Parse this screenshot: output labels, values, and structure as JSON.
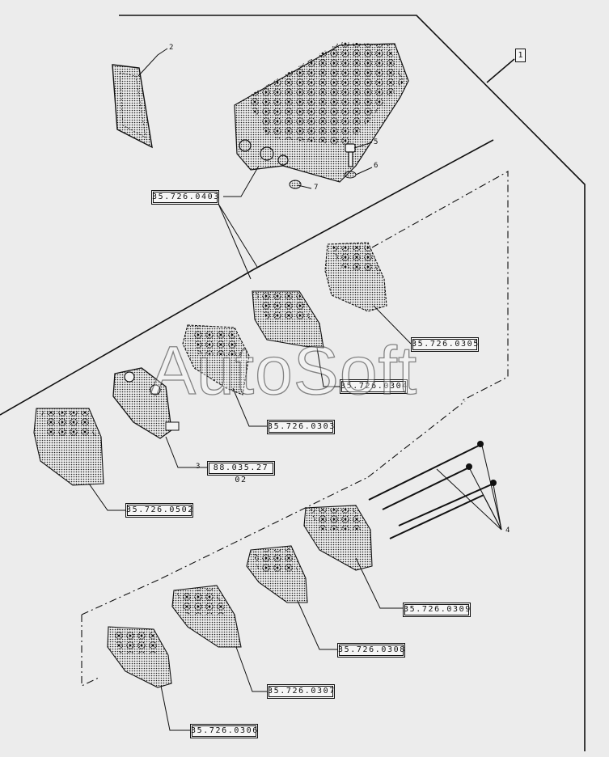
{
  "frame_label": "1",
  "item_labels": {
    "decal": "2",
    "section": "3",
    "tie_rods": "4",
    "bolt": "5",
    "washer": "6",
    "nut": "7"
  },
  "part_refs": {
    "valve_assembly": "35.726.0403",
    "section_0305": "35.726.0305",
    "section_0304": "35.726.0304",
    "section_0303": "35.726.0303",
    "section_88": "88.035.27 02",
    "section_0502": "35.726.0502",
    "section_0309": "35.726.0309",
    "section_0308": "35.726.0308",
    "section_0307": "35.726.0307",
    "section_0306": "35.726.0306"
  },
  "watermark": "AutoSoft"
}
